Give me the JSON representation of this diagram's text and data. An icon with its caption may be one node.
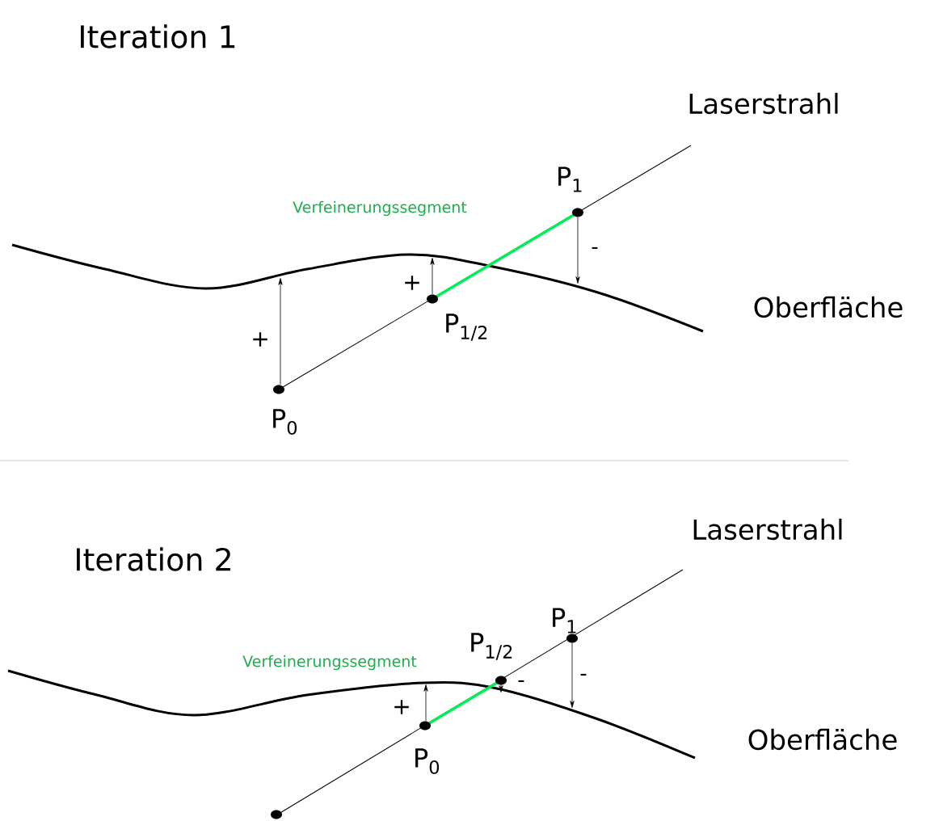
{
  "diagram": {
    "labels": [
      "Iteration 1",
      "Laserstrahl",
      "P$_{1}$",
      "Verfeinerungssegment",
      "-",
      "+",
      "Oberfläche",
      "P$_{1/2}$",
      "+",
      "P$_{0}$",
      "Laserstrahl",
      "Iteration 2",
      "P$_{1}$",
      "P$_{1/2}$",
      "Verfeinerungssegment",
      "-",
      "-",
      "+",
      "Oberfläche",
      "P$_{0}$"
    ]
  }
}
